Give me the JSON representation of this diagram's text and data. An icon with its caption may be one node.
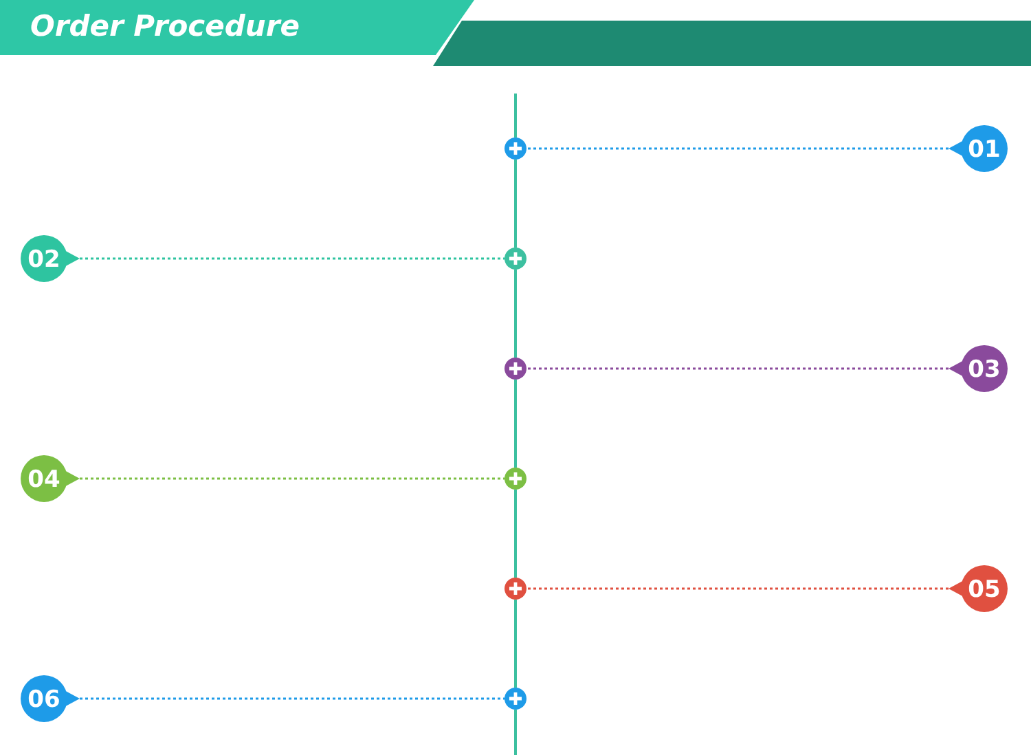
{
  "diagram": {
    "title": "Order Procedure",
    "nodes": [
      {
        "text": [
          "01"
        ]
      },
      {
        "text": [],
        "shape": "circle"
      },
      {
        "text": [
          "02"
        ]
      },
      {
        "text": [],
        "shape": "circle"
      },
      {
        "text": [
          "03"
        ]
      },
      {
        "text": [],
        "shape": "circle"
      },
      {
        "text": [
          "04"
        ]
      },
      {
        "text": [],
        "shape": "circle"
      },
      {
        "text": [
          "05"
        ]
      },
      {
        "text": [],
        "shape": "circle"
      },
      {
        "text": [
          "06"
        ]
      },
      {
        "text": [],
        "shape": "circle"
      }
    ],
    "edges": [
      {
        "from": 0,
        "to": 1,
        "arrow": "none",
        "style": "dashed",
        "color": "#1e9be8"
      },
      {
        "from": 1,
        "to": 3,
        "arrow": "none",
        "color": "#3cc0a0"
      },
      {
        "from": 2,
        "to": 3,
        "arrow": "none",
        "style": "dashed",
        "color": "#2ec4a0"
      },
      {
        "from": 3,
        "to": 5,
        "arrow": "none",
        "color": "#3cc0a0"
      },
      {
        "from": 4,
        "to": 5,
        "arrow": "none",
        "style": "dashed",
        "color": "#8a4a9c"
      },
      {
        "from": 5,
        "to": 7,
        "arrow": "none",
        "color": "#3cc0a0"
      },
      {
        "from": 6,
        "to": 7,
        "arrow": "none",
        "style": "dashed",
        "color": "#7cbf44"
      },
      {
        "from": 7,
        "to": 9,
        "arrow": "none",
        "color": "#3cc0a0"
      },
      {
        "from": 8,
        "to": 9,
        "arrow": "none",
        "style": "dashed",
        "color": "#e05040"
      },
      {
        "from": 9,
        "to": 11,
        "arrow": "none",
        "color": "#3cc0a0"
      },
      {
        "from": 10,
        "to": 11,
        "arrow": "none",
        "style": "dashed",
        "color": "#1e9be8"
      }
    ]
  }
}
